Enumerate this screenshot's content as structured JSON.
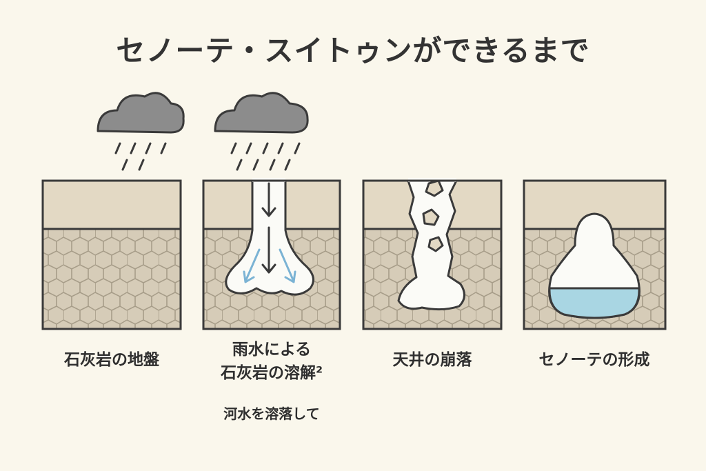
{
  "title": "セノーテ・スイトゥンができるまで",
  "steps": [
    {
      "label": "石灰岩の地盤"
    },
    {
      "label_line1": "雨水による",
      "label_line2": "石灰岩の溶解²"
    },
    {
      "label": "天井の崩落"
    },
    {
      "label": "セノーテの形成"
    }
  ],
  "step2_note": "河水を溶落して",
  "colors": {
    "background": "#faf7ec",
    "topsoil": "#e3d9c4",
    "limestone": "#d6ccb8",
    "outline": "#3a3a3a",
    "cloud": "#8c8c8c",
    "water": "#a9d6e3",
    "flow_arrow": "#7bb3d4"
  }
}
